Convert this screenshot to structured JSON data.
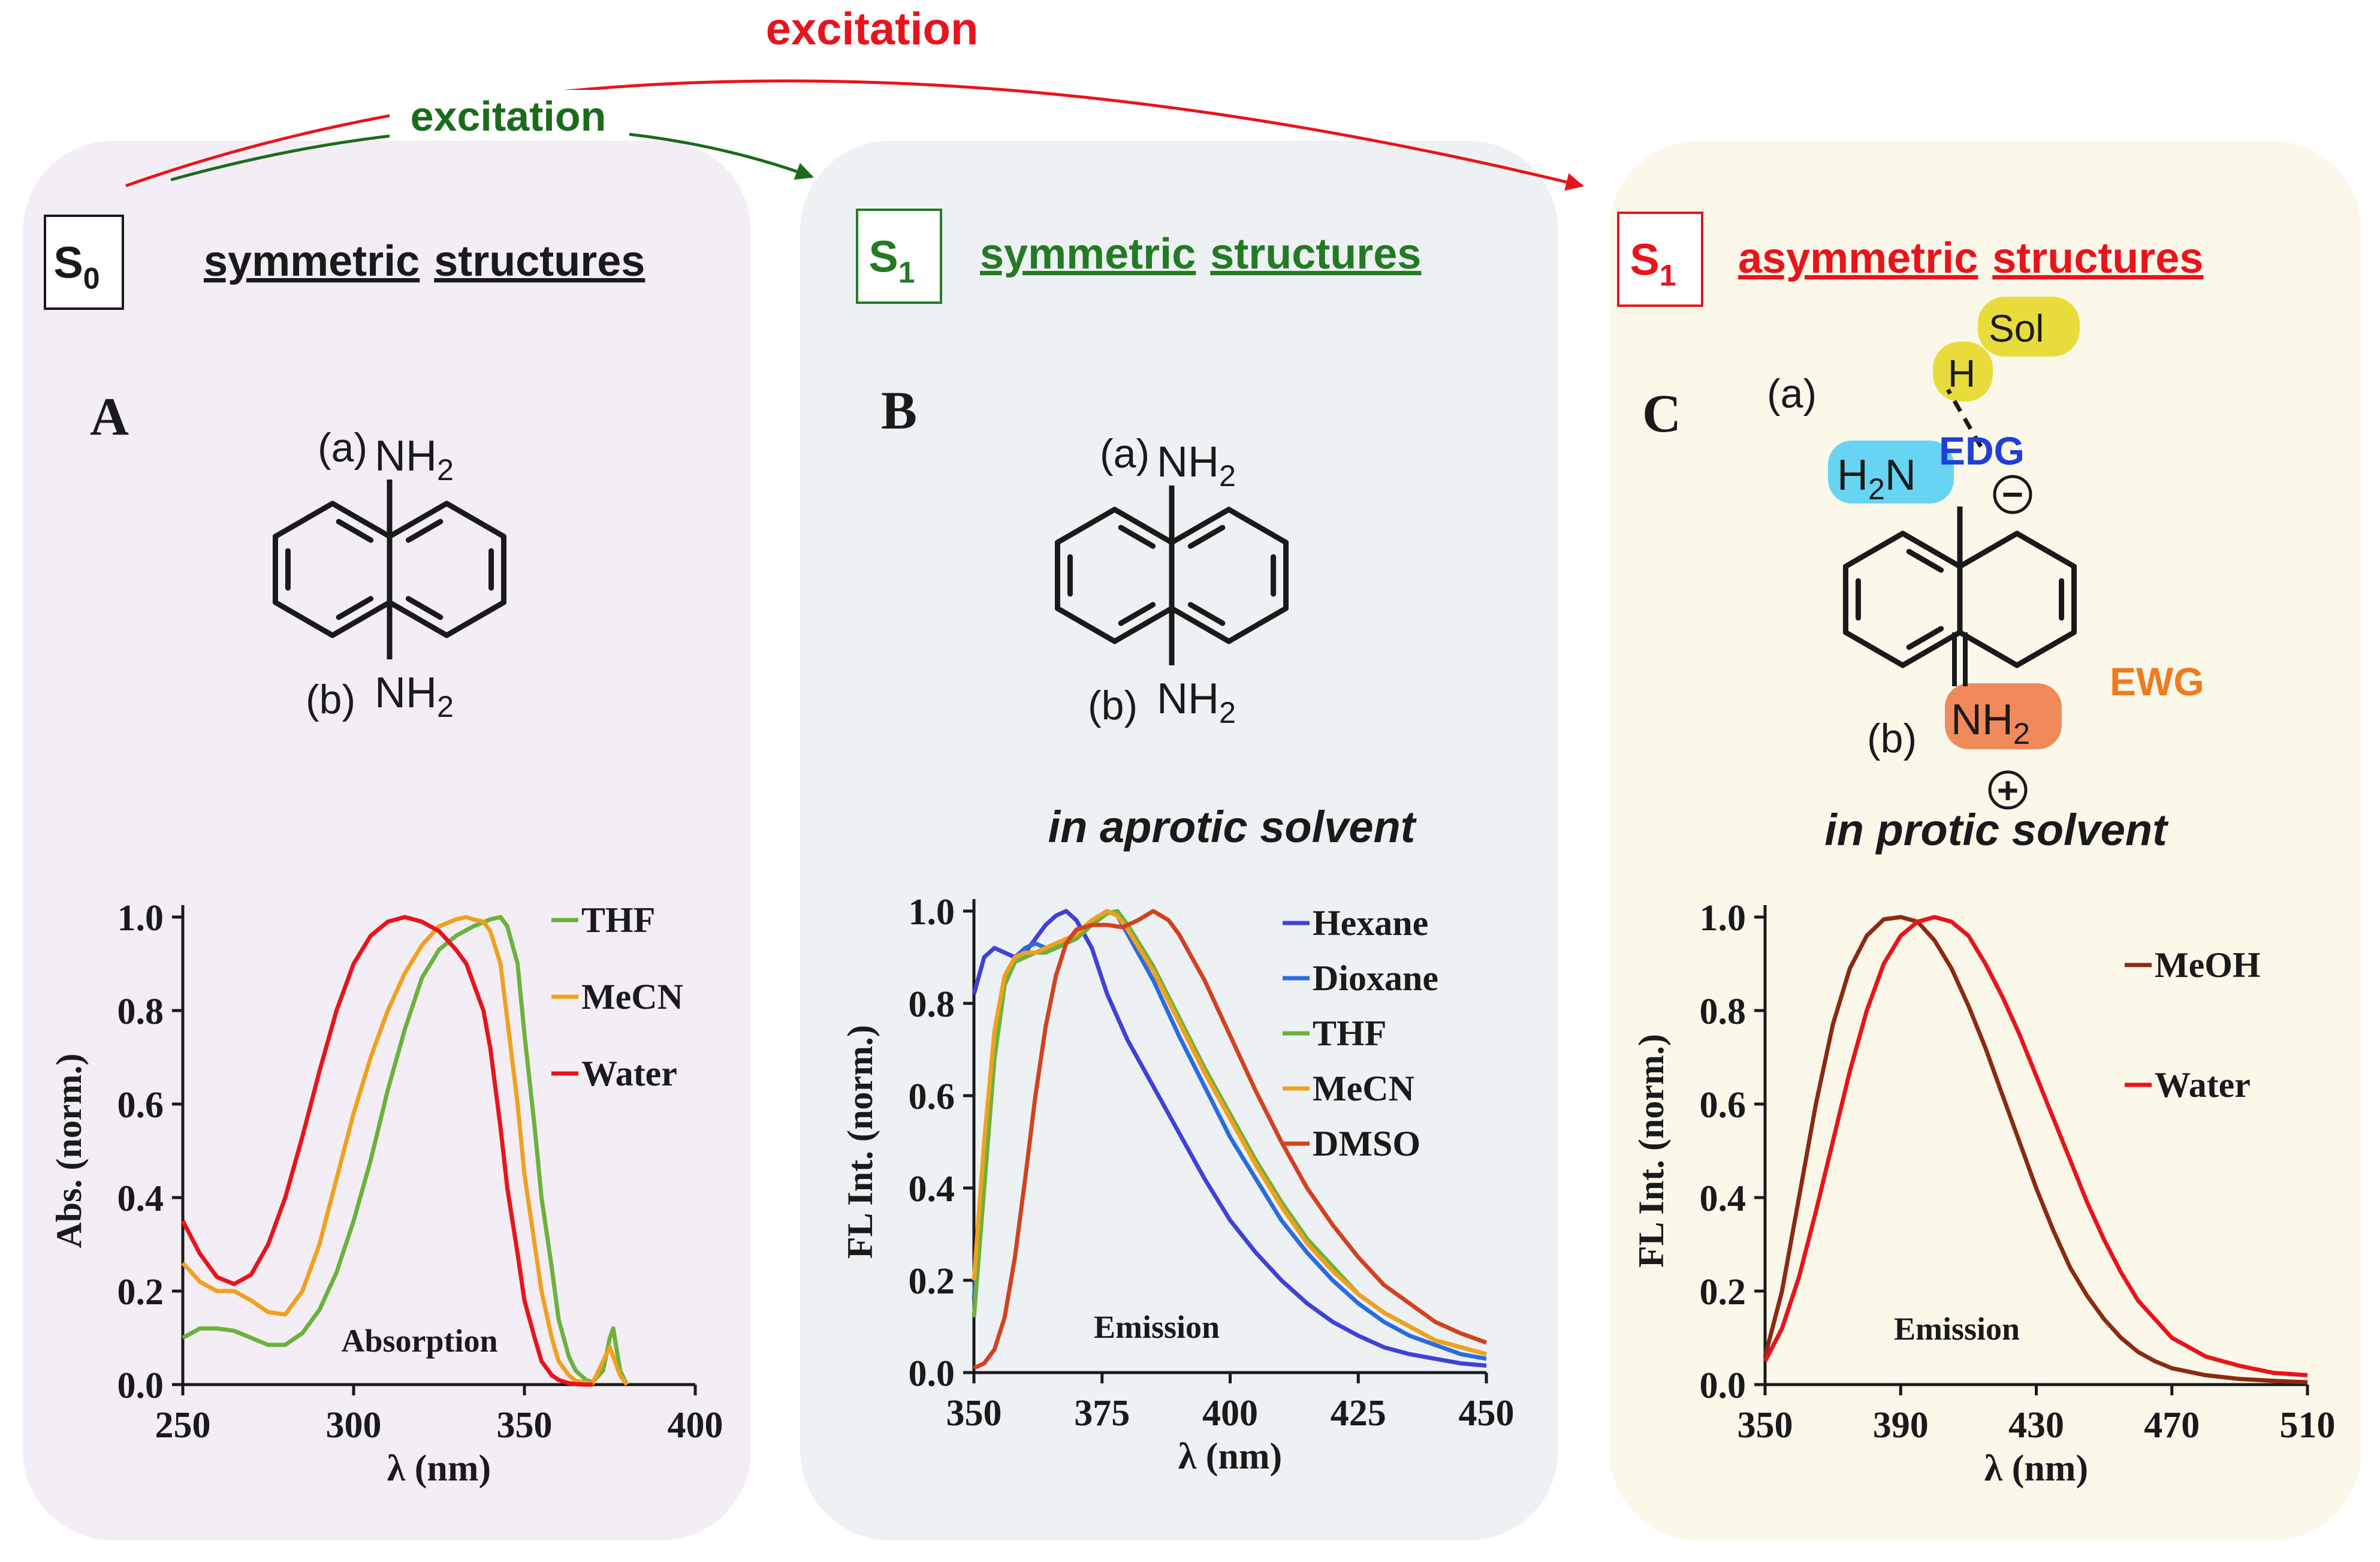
{
  "arrows": {
    "top_label": "excitation",
    "top_color": "#e8141c",
    "inner_label": "excitation",
    "inner_color": "#1c6b1c"
  },
  "panels": [
    {
      "bg": "#f3eef5",
      "state_letter": "S",
      "state_sub": "0",
      "state_color": "#1a1a1a",
      "title_word1": "symmetric",
      "title_word2": "structures",
      "title_color": "#1a1a1a",
      "letter": "A",
      "mol": {
        "type": "sym",
        "label_a": "(a)",
        "label_b": "(b)",
        "group": "NH",
        "group_sub": "2"
      },
      "solvent_note": ""
    },
    {
      "bg": "#edf1f4",
      "state_letter": "S",
      "state_sub": "1",
      "state_color": "#237a23",
      "title_word1": "symmetric",
      "title_word2": "structures",
      "title_color": "#237a23",
      "letter": "B",
      "mol": {
        "type": "sym",
        "label_a": "(a)",
        "label_b": "(b)",
        "group": "NH",
        "group_sub": "2"
      },
      "solvent_note": "in aprotic solvent"
    },
    {
      "bg": "#fbf8ea",
      "state_letter": "S",
      "state_sub": "1",
      "state_color": "#e8141c",
      "title_word1": "asymmetric",
      "title_word2": "structures",
      "title_color": "#e8141c",
      "letter": "C",
      "mol": {
        "type": "asym",
        "label_a": "(a)",
        "label_b": "(b)",
        "top_group": "H",
        "top_group_sub": "2",
        "top_group_tail": "N",
        "bottom_group": "NH",
        "bottom_group_sub": "2",
        "edg": "EDG",
        "edg_color": "#1f3fd6",
        "ewg": "EWG",
        "ewg_color": "#f07a1f",
        "h": "H",
        "sol": "Sol",
        "minus": "−",
        "plus": "+",
        "cyan": "#66d4f2",
        "orange": "#f08a5a",
        "yellow": "#e8dc3c"
      },
      "solvent_note": "in protic solvent"
    }
  ],
  "chart_data": [
    {
      "type": "line",
      "annotation": "Absorption",
      "xlabel": "λ (nm)",
      "ylabel": "Abs. (norm.)",
      "xlim": [
        250,
        400
      ],
      "ylim": [
        0.0,
        1.0
      ],
      "xticks": [
        "250",
        "300",
        "350",
        "400"
      ],
      "yticks": [
        "0.0",
        "0.2",
        "0.4",
        "0.6",
        "0.8",
        "1.0"
      ],
      "legend": "right",
      "series": [
        {
          "name": "THF",
          "color": "#6ab23c",
          "x": [
            250,
            255,
            260,
            265,
            270,
            275,
            280,
            285,
            290,
            295,
            300,
            305,
            310,
            315,
            320,
            325,
            330,
            335,
            340,
            343,
            345,
            348,
            350,
            353,
            355,
            358,
            360,
            363,
            365,
            368,
            370,
            373,
            375,
            376,
            378,
            380
          ],
          "y": [
            0.1,
            0.12,
            0.12,
            0.115,
            0.1,
            0.085,
            0.085,
            0.11,
            0.16,
            0.24,
            0.35,
            0.48,
            0.63,
            0.76,
            0.87,
            0.93,
            0.96,
            0.98,
            0.995,
            1.0,
            0.98,
            0.9,
            0.75,
            0.55,
            0.4,
            0.25,
            0.14,
            0.06,
            0.03,
            0.01,
            0.005,
            0.03,
            0.1,
            0.12,
            0.03,
            0.0
          ]
        },
        {
          "name": "MeCN",
          "color": "#f0a020",
          "x": [
            250,
            255,
            260,
            265,
            270,
            275,
            280,
            285,
            290,
            295,
            300,
            305,
            310,
            315,
            320,
            325,
            330,
            333,
            335,
            338,
            340,
            343,
            345,
            348,
            350,
            353,
            355,
            358,
            360,
            363,
            365,
            368,
            370,
            373,
            375,
            378,
            380
          ],
          "y": [
            0.26,
            0.22,
            0.2,
            0.2,
            0.18,
            0.155,
            0.15,
            0.2,
            0.3,
            0.44,
            0.58,
            0.7,
            0.8,
            0.88,
            0.94,
            0.98,
            0.995,
            1.0,
            0.995,
            0.99,
            0.97,
            0.9,
            0.78,
            0.6,
            0.45,
            0.3,
            0.2,
            0.1,
            0.05,
            0.02,
            0.008,
            0.004,
            0.003,
            0.05,
            0.08,
            0.02,
            0.0
          ]
        },
        {
          "name": "Water",
          "color": "#e8141c",
          "x": [
            250,
            255,
            260,
            265,
            270,
            275,
            280,
            285,
            290,
            295,
            300,
            305,
            310,
            315,
            320,
            325,
            330,
            333,
            335,
            338,
            340,
            343,
            345,
            348,
            350,
            353,
            355,
            358,
            360,
            363,
            365,
            368,
            370
          ],
          "y": [
            0.35,
            0.28,
            0.23,
            0.215,
            0.235,
            0.3,
            0.4,
            0.53,
            0.67,
            0.8,
            0.9,
            0.96,
            0.99,
            1.0,
            0.99,
            0.97,
            0.93,
            0.9,
            0.86,
            0.8,
            0.72,
            0.55,
            0.42,
            0.28,
            0.18,
            0.1,
            0.05,
            0.02,
            0.01,
            0.003,
            0.001,
            0.0,
            0.0
          ]
        }
      ]
    },
    {
      "type": "line",
      "annotation": "Emission",
      "xlabel": "λ (nm)",
      "ylabel": "FL Int. (norm.)",
      "xlim": [
        350,
        450
      ],
      "ylim": [
        0.0,
        1.0
      ],
      "xticks": [
        "350",
        "375",
        "400",
        "425",
        "450"
      ],
      "yticks": [
        "0.0",
        "0.2",
        "0.4",
        "0.6",
        "0.8",
        "1.0"
      ],
      "legend": "right",
      "series": [
        {
          "name": "Hexane",
          "color": "#4040d8",
          "x": [
            350,
            352,
            354,
            356,
            358,
            360,
            362,
            364,
            366,
            368,
            370,
            373,
            376,
            380,
            385,
            390,
            395,
            400,
            405,
            410,
            415,
            420,
            425,
            430,
            435,
            440,
            445,
            450
          ],
          "y": [
            0.82,
            0.9,
            0.92,
            0.91,
            0.9,
            0.91,
            0.94,
            0.97,
            0.99,
            1.0,
            0.98,
            0.92,
            0.82,
            0.72,
            0.62,
            0.52,
            0.42,
            0.33,
            0.26,
            0.2,
            0.15,
            0.11,
            0.08,
            0.055,
            0.04,
            0.03,
            0.02,
            0.015
          ]
        },
        {
          "name": "Dioxane",
          "color": "#2a6ce0",
          "x": [
            350,
            352,
            354,
            356,
            358,
            360,
            362,
            364,
            366,
            368,
            370,
            373,
            376,
            378,
            380,
            385,
            390,
            395,
            400,
            405,
            410,
            415,
            420,
            425,
            430,
            435,
            440,
            445,
            450
          ],
          "y": [
            0.16,
            0.45,
            0.7,
            0.85,
            0.9,
            0.92,
            0.93,
            0.92,
            0.92,
            0.93,
            0.95,
            0.98,
            1.0,
            0.99,
            0.95,
            0.85,
            0.73,
            0.62,
            0.51,
            0.42,
            0.33,
            0.26,
            0.2,
            0.15,
            0.11,
            0.08,
            0.06,
            0.04,
            0.03
          ]
        },
        {
          "name": "THF",
          "color": "#6ab23c",
          "x": [
            350,
            352,
            354,
            356,
            358,
            360,
            362,
            364,
            366,
            368,
            370,
            373,
            376,
            378,
            380,
            385,
            390,
            395,
            400,
            405,
            410,
            415,
            420,
            425,
            430,
            435,
            440,
            445,
            450
          ],
          "y": [
            0.12,
            0.4,
            0.68,
            0.84,
            0.89,
            0.9,
            0.91,
            0.91,
            0.92,
            0.93,
            0.94,
            0.97,
            0.995,
            1.0,
            0.97,
            0.88,
            0.77,
            0.66,
            0.56,
            0.46,
            0.37,
            0.29,
            0.23,
            0.17,
            0.13,
            0.1,
            0.07,
            0.055,
            0.04
          ]
        },
        {
          "name": "MeCN",
          "color": "#f0a020",
          "x": [
            350,
            352,
            354,
            356,
            358,
            360,
            362,
            364,
            366,
            368,
            370,
            373,
            376,
            378,
            380,
            385,
            390,
            395,
            400,
            405,
            410,
            415,
            420,
            425,
            430,
            435,
            440,
            445,
            450
          ],
          "y": [
            0.2,
            0.5,
            0.74,
            0.86,
            0.9,
            0.91,
            0.91,
            0.92,
            0.93,
            0.94,
            0.95,
            0.98,
            1.0,
            0.99,
            0.96,
            0.87,
            0.76,
            0.65,
            0.55,
            0.45,
            0.36,
            0.28,
            0.22,
            0.17,
            0.13,
            0.1,
            0.07,
            0.055,
            0.04
          ]
        },
        {
          "name": "DMSO",
          "color": "#d2421e",
          "x": [
            350,
            352,
            354,
            356,
            358,
            360,
            362,
            364,
            366,
            368,
            370,
            373,
            376,
            379,
            382,
            385,
            388,
            390,
            395,
            400,
            405,
            410,
            415,
            420,
            425,
            430,
            435,
            440,
            445,
            450
          ],
          "y": [
            0.01,
            0.02,
            0.05,
            0.12,
            0.25,
            0.42,
            0.6,
            0.75,
            0.86,
            0.93,
            0.96,
            0.97,
            0.97,
            0.965,
            0.98,
            1.0,
            0.98,
            0.95,
            0.85,
            0.73,
            0.61,
            0.5,
            0.4,
            0.32,
            0.25,
            0.19,
            0.15,
            0.11,
            0.085,
            0.065
          ]
        }
      ]
    },
    {
      "type": "line",
      "annotation": "Emission",
      "xlabel": "λ (nm)",
      "ylabel": "FL Int. (norm.)",
      "xlim": [
        350,
        510
      ],
      "ylim": [
        0.0,
        1.0
      ],
      "xticks": [
        "350",
        "390",
        "430",
        "470",
        "510"
      ],
      "yticks": [
        "0.0",
        "0.2",
        "0.4",
        "0.6",
        "0.8",
        "1.0"
      ],
      "legend": "right",
      "series": [
        {
          "name": "MeOH",
          "color": "#8b2a12",
          "x": [
            350,
            355,
            360,
            365,
            370,
            375,
            380,
            385,
            390,
            395,
            400,
            405,
            410,
            415,
            420,
            425,
            430,
            435,
            440,
            445,
            450,
            455,
            460,
            465,
            470,
            480,
            490,
            500,
            510
          ],
          "y": [
            0.06,
            0.2,
            0.4,
            0.6,
            0.77,
            0.89,
            0.96,
            0.995,
            1.0,
            0.99,
            0.95,
            0.89,
            0.81,
            0.72,
            0.62,
            0.52,
            0.42,
            0.33,
            0.25,
            0.19,
            0.14,
            0.1,
            0.07,
            0.05,
            0.035,
            0.02,
            0.012,
            0.008,
            0.005
          ]
        },
        {
          "name": "Water",
          "color": "#e8141c",
          "x": [
            350,
            355,
            360,
            365,
            370,
            375,
            380,
            385,
            390,
            395,
            400,
            405,
            410,
            415,
            420,
            425,
            430,
            435,
            440,
            445,
            450,
            455,
            460,
            465,
            470,
            480,
            490,
            500,
            510
          ],
          "y": [
            0.05,
            0.12,
            0.23,
            0.37,
            0.52,
            0.67,
            0.8,
            0.9,
            0.96,
            0.99,
            1.0,
            0.99,
            0.96,
            0.9,
            0.83,
            0.75,
            0.66,
            0.57,
            0.48,
            0.39,
            0.31,
            0.24,
            0.18,
            0.14,
            0.1,
            0.06,
            0.04,
            0.025,
            0.02
          ]
        }
      ]
    }
  ]
}
